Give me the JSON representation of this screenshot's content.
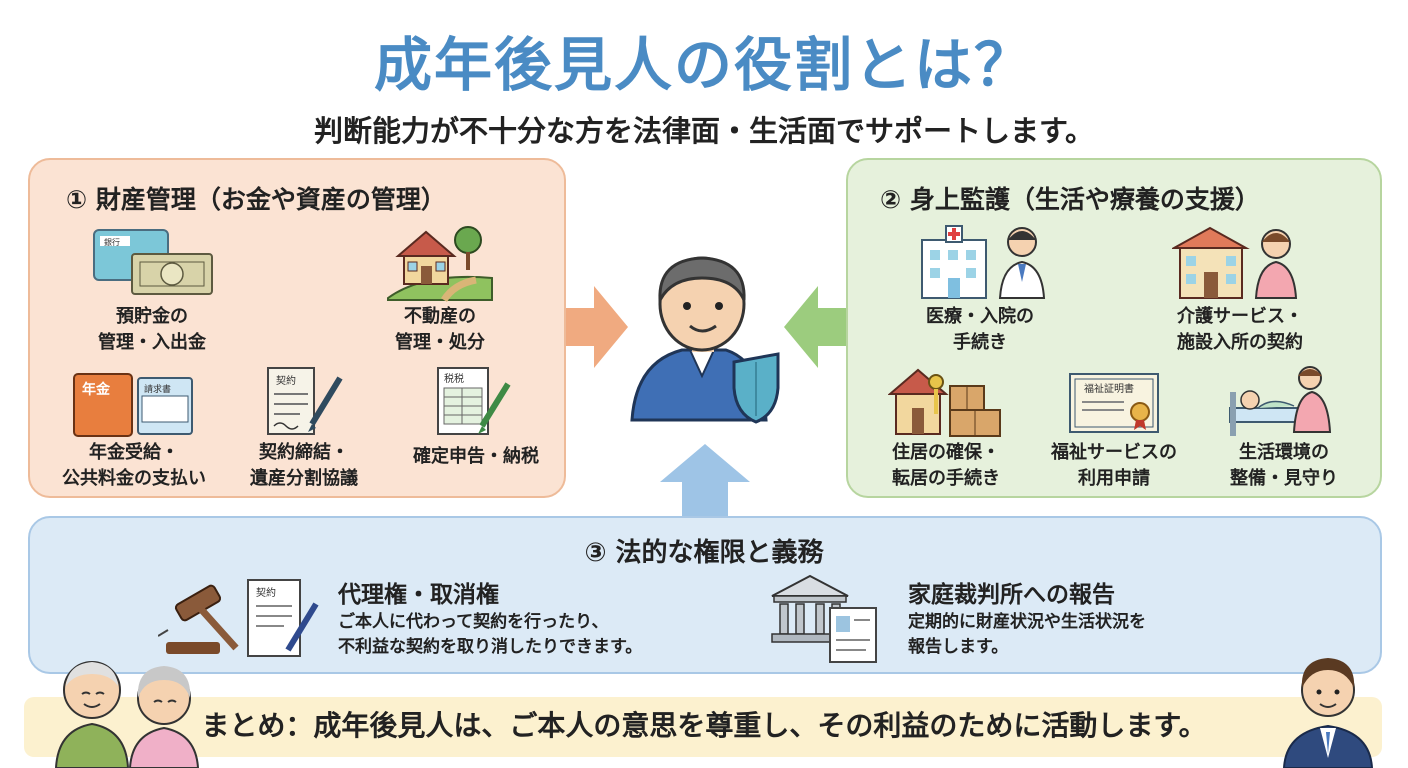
{
  "header": {
    "title": "成年後見人の役割とは？",
    "subtitle": "判断能力が不十分な方を法律面・生活面でサポートします。"
  },
  "property": {
    "heading": "① 財産管理（お金や資産の管理）",
    "items": [
      {
        "line1": "預貯金の",
        "line2": "管理・入出金",
        "icon": "bankbook-cash-icon"
      },
      {
        "line1": "不動産の",
        "line2": "管理・処分",
        "icon": "house-land-icon"
      },
      {
        "line1": "年金受給・",
        "line2": "公共料金の支払い",
        "icon": "pension-book-icon",
        "icon_text": "年金",
        "icon_text2": "請求書"
      },
      {
        "line1": "契約締結・",
        "line2": "遺産分割協議",
        "icon": "contract-scroll-icon",
        "icon_text": "契約"
      },
      {
        "line1": "確定申告・納税",
        "icon": "tax-form-icon",
        "icon_text": "税税"
      }
    ],
    "bank_card_text": "銀行"
  },
  "care": {
    "heading": "② 身上監護（生活や療養の支援）",
    "items": [
      {
        "line1": "医療・入院の",
        "line2": "手続き",
        "icon": "hospital-doctor-icon"
      },
      {
        "line1": "介護サービス・",
        "line2": "施設入所の契約",
        "icon": "care-facility-icon"
      },
      {
        "line1": "住居の確保・",
        "line2": "転居の手続き",
        "icon": "house-key-boxes-icon"
      },
      {
        "line1": "福祉サービスの",
        "line2": "利用申請",
        "icon": "certificate-icon",
        "icon_text": "福祉証明書"
      },
      {
        "line1": "生活環境の",
        "line2": "整備・見守り",
        "icon": "bed-caregiver-icon"
      }
    ]
  },
  "legal": {
    "heading": "③ 法的な権限と義務",
    "items": [
      {
        "title": "代理権・取消権",
        "desc1": "ご本人に代わって契約を行ったり、",
        "desc2": "不利益な契約を取り消したりできます。",
        "icon": "gavel-contract-icon",
        "icon_text": "契約"
      },
      {
        "title": "家庭裁判所への報告",
        "desc1": "定期的に財産状況や生活状況を",
        "desc2": "報告します。",
        "icon": "courthouse-report-icon"
      }
    ]
  },
  "summary": {
    "text": "まとめ：成年後見人は、ご本人の意思を尊重し、その利益のために活動します。"
  },
  "colors": {
    "title": "#4a8bc4",
    "property_bg": "#fbe3d3",
    "care_bg": "#e6f1dc",
    "legal_bg": "#dceaf6",
    "summary_bg": "#fcf1cf",
    "arrow_orange": "#f0aa80",
    "arrow_green": "#9ccc7e",
    "arrow_blue": "#9ec4e6"
  }
}
